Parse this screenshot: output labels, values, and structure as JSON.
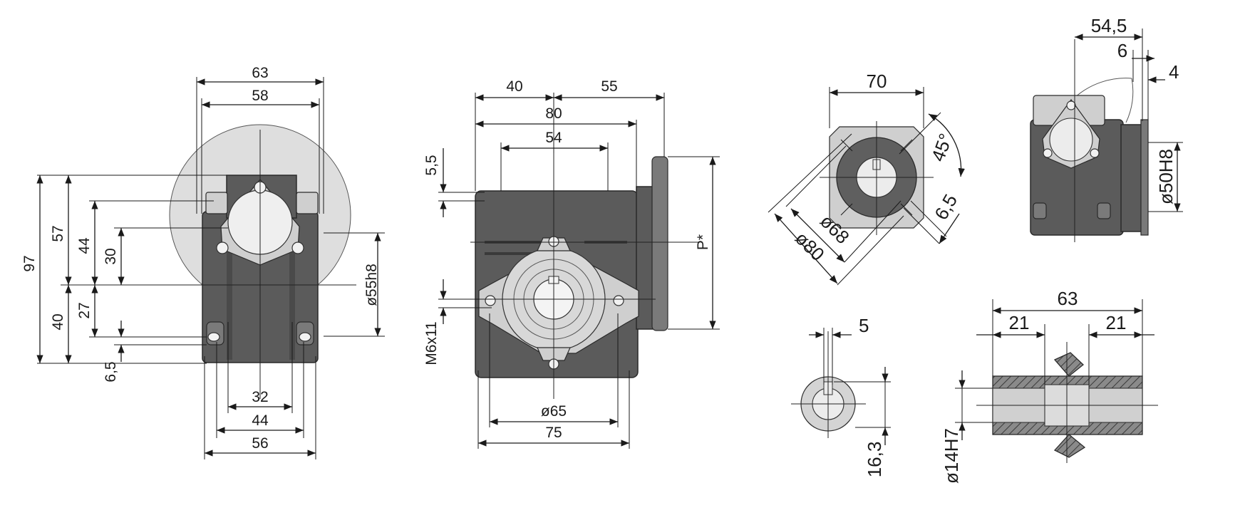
{
  "view_front_left": {
    "dims": {
      "w63": "63",
      "w58": "58",
      "h97": "97",
      "h57": "57",
      "h44": "44",
      "h30": "30",
      "h40": "40",
      "h27": "27",
      "h6_5": "6,5",
      "d55": "ø55h8",
      "w32": "32",
      "w44": "44",
      "w56": "56"
    }
  },
  "view_side": {
    "dims": {
      "w40": "40",
      "w55": "55",
      "w80": "80",
      "w54": "54",
      "h5_5": "5,5",
      "pstar": "P*",
      "m6x11": "M6x11",
      "d65": "ø65",
      "w75": "75"
    }
  },
  "view_flange": {
    "dims": {
      "w70": "70",
      "a45": "45°",
      "d6_5": "6,5",
      "d68": "ø68",
      "d80": "ø80"
    }
  },
  "view_top_right": {
    "dims": {
      "w54_5": "54,5",
      "w6": "6",
      "w4": "4",
      "d50": "ø50H8"
    }
  },
  "view_shaft_end": {
    "dims": {
      "w5": "5",
      "h16_3": "16,3"
    }
  },
  "view_section": {
    "dims": {
      "w63": "63",
      "w21a": "21",
      "w21b": "21",
      "d14": "ø14H7"
    }
  }
}
